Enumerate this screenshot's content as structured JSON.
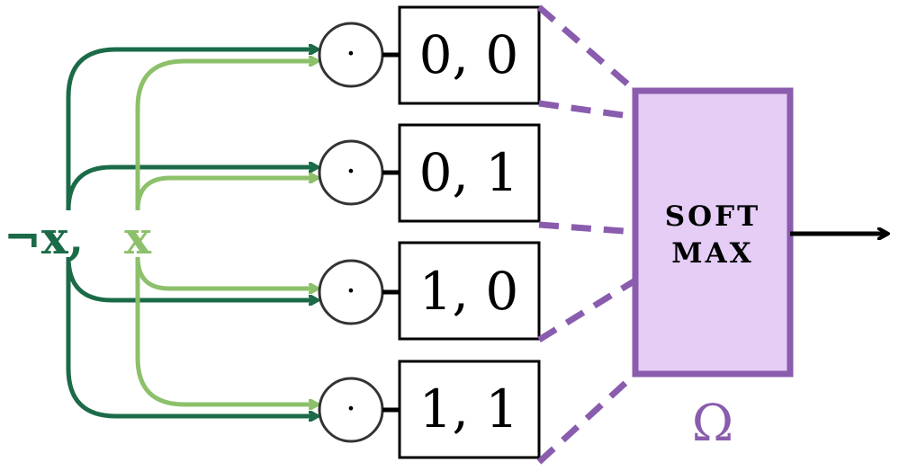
{
  "inputs": {
    "neg_x_label": "¬x,",
    "x_label": "x"
  },
  "gates": [
    {
      "symbol": "·",
      "box_label": "0, 0"
    },
    {
      "symbol": "·",
      "box_label": "0, 1"
    },
    {
      "symbol": "·",
      "box_label": "1, 0"
    },
    {
      "symbol": "·",
      "box_label": "1, 1"
    }
  ],
  "softmax": {
    "line1": "SOFT",
    "line2": "MAX",
    "caption": "Ω"
  },
  "colors": {
    "dark_green": "#1b6b48",
    "light_green": "#8cc06a",
    "purple": "#8a5cad",
    "purple_fill": "#e5cdf6",
    "black": "#000000",
    "gate_stroke": "#333333"
  },
  "icons": {
    "gate": "circle-dot-icon",
    "output_arrow": "arrow-right-icon"
  }
}
